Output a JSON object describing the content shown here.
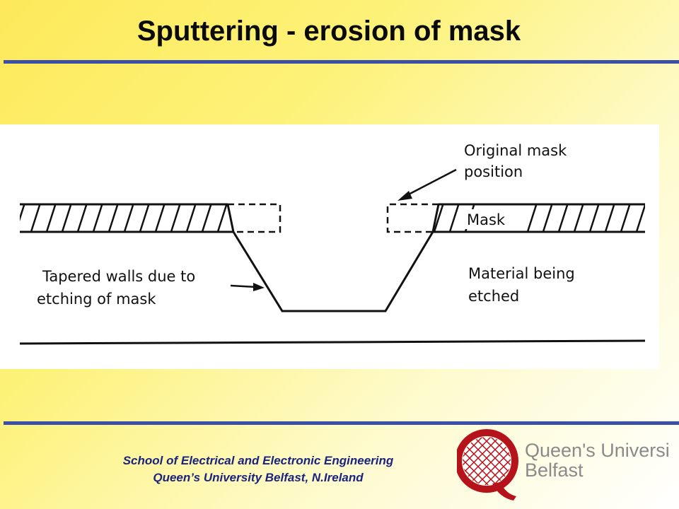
{
  "slide": {
    "title": "Sputtering - erosion of mask"
  },
  "diagram": {
    "labels": {
      "original_mask": [
        "Original mask",
        "position"
      ],
      "mask": "Mask",
      "material": [
        "Material being",
        "etched"
      ],
      "tapered": [
        "Tapered walls due to",
        "etching of mask"
      ]
    }
  },
  "footer": {
    "line1": "School of Electrical and Electronic Engineering",
    "line2": "Queen’s University Belfast, N.Ireland"
  },
  "logo": {
    "line1": "Queen's University",
    "line2": "Belfast",
    "monogram": "Q"
  },
  "colors": {
    "rule": "#3a4fa8",
    "footer_text": "#1a237e",
    "logo_red": "#b5121b",
    "logo_grey": "#8a8a8a"
  }
}
